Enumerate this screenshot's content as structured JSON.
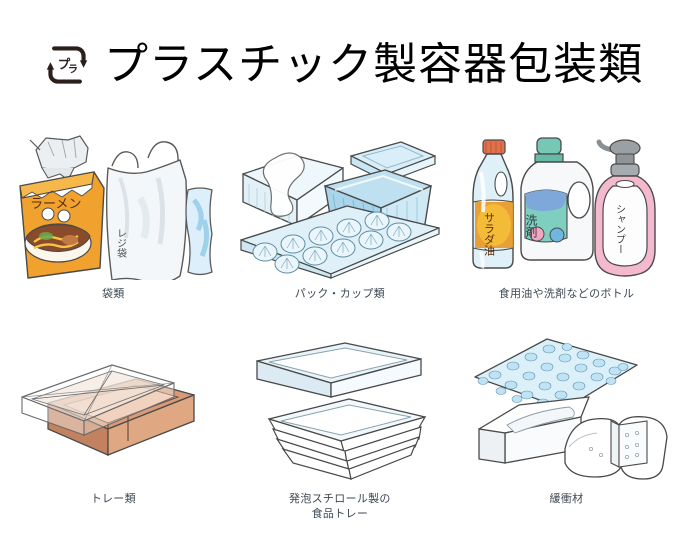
{
  "header": {
    "logo_icon": "plastic-recycle-mark-icon",
    "logo_text": "プラ",
    "title": "プラスチック製容器包装類"
  },
  "categories": [
    {
      "id": "bags",
      "caption": "袋類",
      "caption_lines": [
        "袋類"
      ],
      "items": [
        {
          "name": "ramen-package",
          "label": "ラーメン",
          "color": "#F0A12E"
        },
        {
          "name": "shopping-bag",
          "label": "レジ袋",
          "color": "#F2F4F6"
        },
        {
          "name": "clear-bag",
          "label": "",
          "color": "#CDE8F5"
        }
      ]
    },
    {
      "id": "packs-cups",
      "caption": "パック・カップ類",
      "caption_lines": [
        "パック・カップ類"
      ],
      "items": [
        {
          "name": "tofu-pack",
          "label": "",
          "color": "#E8F4FA"
        },
        {
          "name": "cup-container",
          "label": "",
          "color": "#AFD9EC"
        },
        {
          "name": "container-lid",
          "label": "",
          "color": "#CDE8F5"
        },
        {
          "name": "egg-carton",
          "label": "",
          "color": "#D6EDF7"
        }
      ]
    },
    {
      "id": "bottles",
      "caption": "食用油や洗剤などのボトル",
      "caption_lines": [
        "食用油や洗剤などのボトル"
      ],
      "items": [
        {
          "name": "salad-oil-bottle",
          "label": "サラダ油",
          "color": "#F2A13A"
        },
        {
          "name": "detergent-bottle",
          "label": "洗剤",
          "color": "#7FCFC0"
        },
        {
          "name": "shampoo-bottle",
          "label": "シャンプー",
          "color": "#F4B8CE"
        }
      ]
    },
    {
      "id": "trays",
      "caption": "トレー類",
      "caption_lines": [
        "トレー類"
      ],
      "items": [
        {
          "name": "bento-tray",
          "label": "",
          "color": "#D59A74"
        },
        {
          "name": "tray-lid",
          "label": "",
          "color": "#FFFFFF"
        }
      ]
    },
    {
      "id": "styrofoam-trays",
      "caption": "発泡スチロール製の食品トレー",
      "caption_lines": [
        "発泡スチロール製の",
        "食品トレー"
      ],
      "items": [
        {
          "name": "foam-tray-single",
          "label": "",
          "color": "#EAF4FA"
        },
        {
          "name": "foam-tray-stack",
          "label": "",
          "color": "#FFFFFF"
        }
      ]
    },
    {
      "id": "cushioning",
      "caption": "緩衝材",
      "caption_lines": [
        "緩衝材"
      ],
      "items": [
        {
          "name": "bubble-wrap",
          "label": "",
          "color": "#D8EEF8"
        },
        {
          "name": "foam-block-left",
          "label": "",
          "color": "#FFFFFF"
        },
        {
          "name": "foam-block-right",
          "label": "",
          "color": "#FFFFFF"
        }
      ]
    }
  ],
  "colors": {
    "background": "#ffffff",
    "title_text": "#000000",
    "caption_text": "#3d4852",
    "mark_dark": "#2b1f1c",
    "outline": "#4a4a4a",
    "plastic_blue": "#CDE8F5",
    "orange": "#F0A12E",
    "teal": "#7FCFC0",
    "pink": "#F4B8CE",
    "tray_tan": "#D59A74"
  }
}
